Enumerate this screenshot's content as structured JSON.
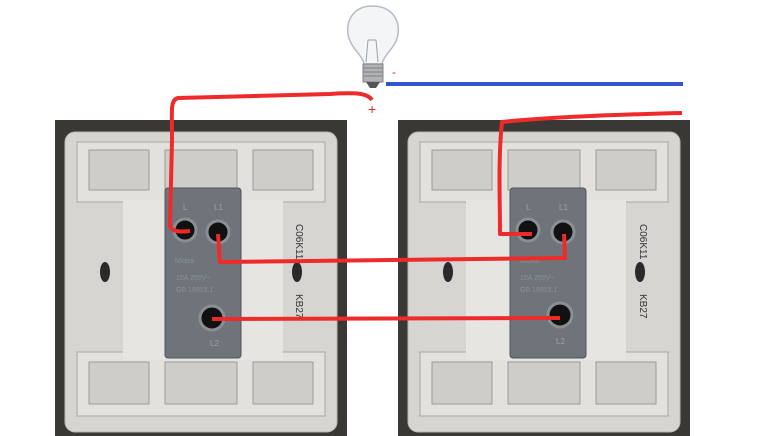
{
  "bulb": {
    "plus_label": "+",
    "minus_label": "-"
  },
  "switches": [
    {
      "terminal_l": "L",
      "terminal_l1": "L1",
      "terminal_l2": "L2",
      "rating": "10A 250V~",
      "standard": "GB 16915.1",
      "model": "C06K11",
      "code": "KB27",
      "brand": "Midea"
    },
    {
      "terminal_l": "L",
      "terminal_l1": "L1",
      "terminal_l2": "L2",
      "rating": "10A 250V~",
      "standard": "GB 16915.1",
      "model": "C06K11",
      "code": "KB27",
      "brand": "Midea"
    }
  ],
  "colors": {
    "live_wire": "#ee2a2a",
    "neutral_wire": "#3355cc",
    "plate": "#d9d8d4",
    "module": "#6f747b"
  }
}
